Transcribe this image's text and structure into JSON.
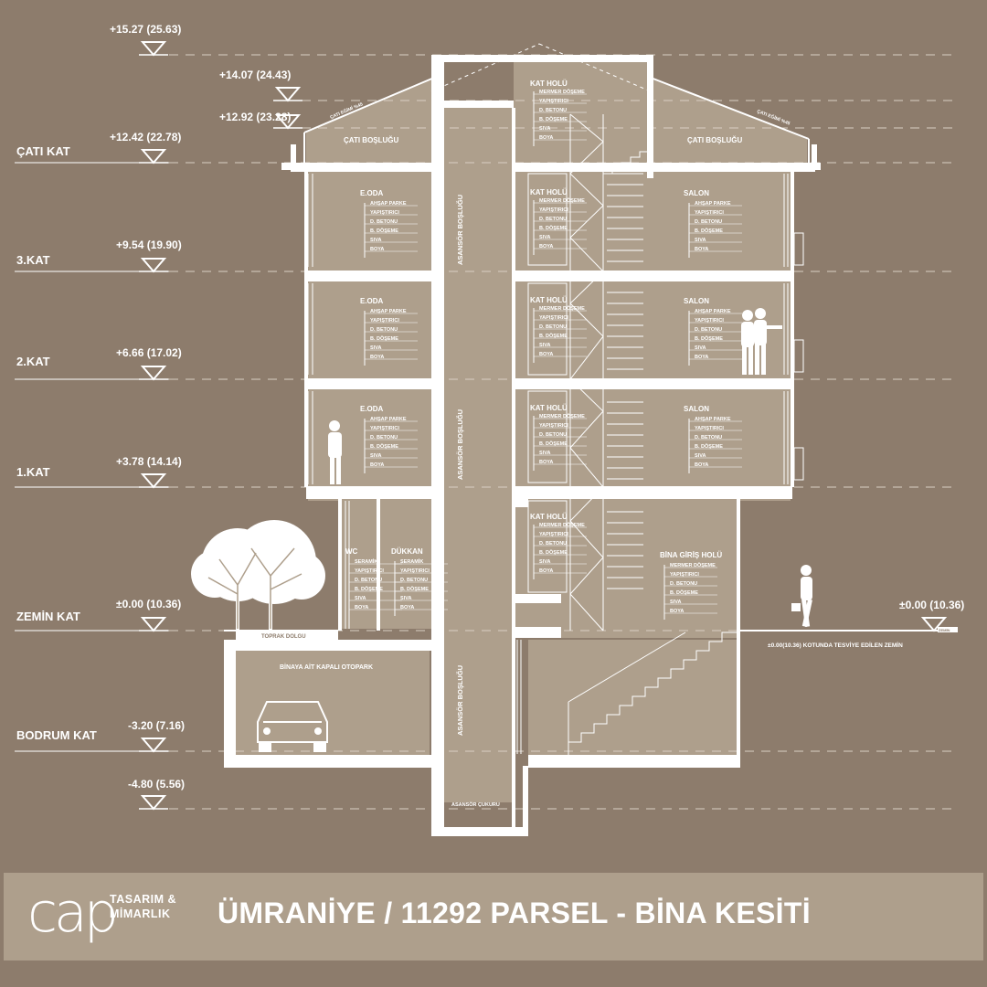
{
  "levels": [
    {
      "value": "+15.27 (25.63)",
      "floor": ""
    },
    {
      "value": "+14.07 (24.43)",
      "floor": ""
    },
    {
      "value": "+12.92 (23.28)",
      "floor": ""
    },
    {
      "value": "+12.42 (22.78)",
      "floor": "ÇATI KAT"
    },
    {
      "value": "+9.54 (19.90)",
      "floor": "3.KAT"
    },
    {
      "value": "+6.66 (17.02)",
      "floor": "2.KAT"
    },
    {
      "value": "+3.78 (14.14)",
      "floor": "1.KAT"
    },
    {
      "value": "±0.00 (10.36)",
      "floor": "ZEMİN KAT"
    },
    {
      "value": "-3.20 (7.16)",
      "floor": "BODRUM KAT"
    },
    {
      "value": "-4.80 (5.56)",
      "floor": ""
    }
  ],
  "right_level": "±0.00 (10.36)",
  "ground_note": "±0.00(10.36) KOTUNDA TESVİYE EDİLEN ZEMİN",
  "ground_tag": "ZEMİN",
  "roof": {
    "slope_left": "ÇATI EĞİMİ %45",
    "slope_right": "ÇATI EĞİMİ %45",
    "attic_left": "ÇATI BOŞLUĞU",
    "attic_right": "ÇATI BOŞLUĞU"
  },
  "rooms": {
    "eoda": "E.ODA",
    "salon": "SALON",
    "kat_holu": "KAT HOLÜ",
    "wc": "WC",
    "dukkan": "DÜKKAN",
    "giris": "BİNA GİRİŞ HOLÜ",
    "otopark": "BİNAYA AİT KAPALI OTOPARK",
    "toprak": "TOPRAK DOLGU",
    "asansor": "ASANSÖR BOŞLUĞU",
    "asansor_cukuru": "ASANSÖR ÇUKURU"
  },
  "layers": {
    "parke": [
      "AHŞAP PARKE",
      "YAPIŞTIRICI",
      "D. BETONU",
      "B. DÖŞEME",
      "SIVA",
      "BOYA"
    ],
    "mermer": [
      "MERMER DÖŞEME",
      "YAPIŞTIRICI",
      "D. BETONU",
      "B. DÖŞEME",
      "SIVA",
      "BOYA"
    ],
    "seramik": [
      "SERAMİK",
      "YAPIŞTIRICI",
      "D. BETONU",
      "B. DÖŞEME",
      "SIVA",
      "BOYA"
    ]
  },
  "footer": {
    "logo_mark": "cap",
    "logo_line1": "TASARIM &",
    "logo_line2": "MİMARLIK",
    "title": "ÜMRANİYE / 11292 PARSEL - BİNA KESİTİ"
  },
  "colors": {
    "background": "#8d7c6c",
    "panel": "#ae9f8c",
    "lines": "#ffffff"
  }
}
